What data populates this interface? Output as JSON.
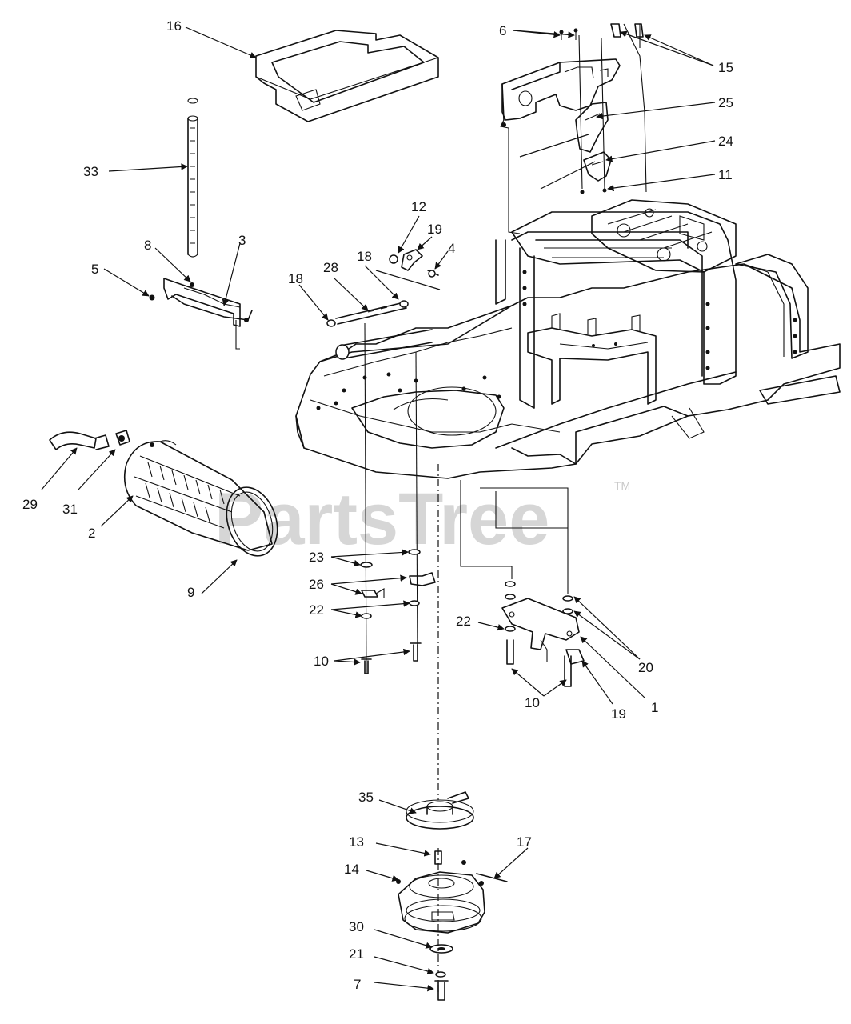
{
  "watermark": "PartsTree",
  "trademark": "TM",
  "callouts": [
    "1",
    "2",
    "3",
    "4",
    "5",
    "6",
    "7",
    "8",
    "9",
    "10",
    "10",
    "11",
    "12",
    "13",
    "14",
    "15",
    "16",
    "17",
    "18",
    "18",
    "19",
    "19",
    "20",
    "21",
    "22",
    "22",
    "23",
    "24",
    "25",
    "26",
    "28",
    "29",
    "30",
    "31",
    "33",
    "35"
  ]
}
